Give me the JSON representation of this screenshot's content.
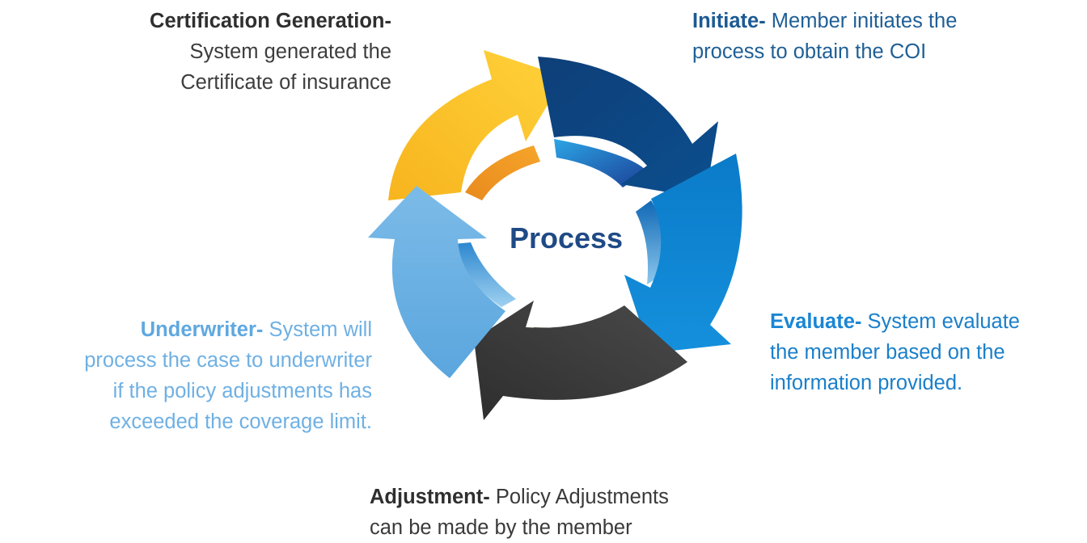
{
  "center_label": "Process",
  "steps": {
    "certification": {
      "title": "Certification Generation",
      "sep": "-",
      "line1": "System generated the",
      "line2": "Certificate of insurance",
      "color": "#FDC72B"
    },
    "initiate": {
      "title": "Initiate",
      "sep": "-",
      "line1": " Member initiates the",
      "line2": "process to obtain the COI",
      "color": "#0E4A86"
    },
    "evaluate": {
      "title": "Evaluate",
      "sep": "-",
      "line1": " System evaluate",
      "line2": "the member based on the",
      "line3": "information provided.",
      "color": "#1A86D4"
    },
    "adjustment": {
      "title": "Adjustment",
      "sep": "-",
      "line1": " Policy Adjustments",
      "line2": "can be made by the member",
      "color": "#3C3C3C"
    },
    "underwriter": {
      "title": "Underwriter",
      "sep": "-",
      "line1": " System will",
      "line2": "process the case to underwriter",
      "line3": "if the policy adjustments has",
      "line4": "exceeded the coverage limit.",
      "color": "#6AB0E4"
    }
  }
}
